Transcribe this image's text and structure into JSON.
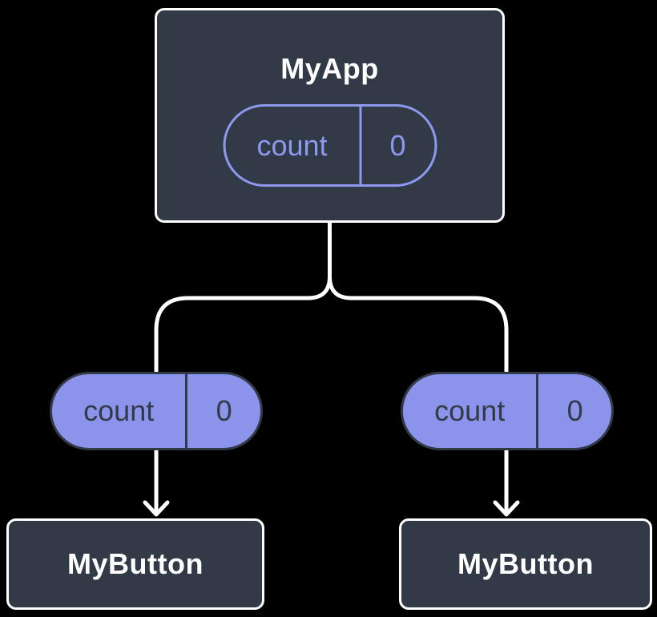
{
  "diagram": {
    "description": "Component tree diagram: parent component holding state passed as props to two children",
    "colors": {
      "background": "#000000",
      "node_fill": "#333A47",
      "node_border": "#FFFFFF",
      "node_text": "#FFFFFF",
      "state_pill_outline": "#8D99EE",
      "state_pill_text": "#8D99EE",
      "prop_pill_fill": "#8B93EA",
      "prop_pill_border": "#333A47",
      "prop_pill_text": "#333A47",
      "connector": "#FFFFFF"
    },
    "root": {
      "title": "MyApp",
      "state": {
        "name": "count",
        "value": "0"
      }
    },
    "children": [
      {
        "title": "MyButton",
        "prop": {
          "name": "count",
          "value": "0"
        }
      },
      {
        "title": "MyButton",
        "prop": {
          "name": "count",
          "value": "0"
        }
      }
    ]
  }
}
